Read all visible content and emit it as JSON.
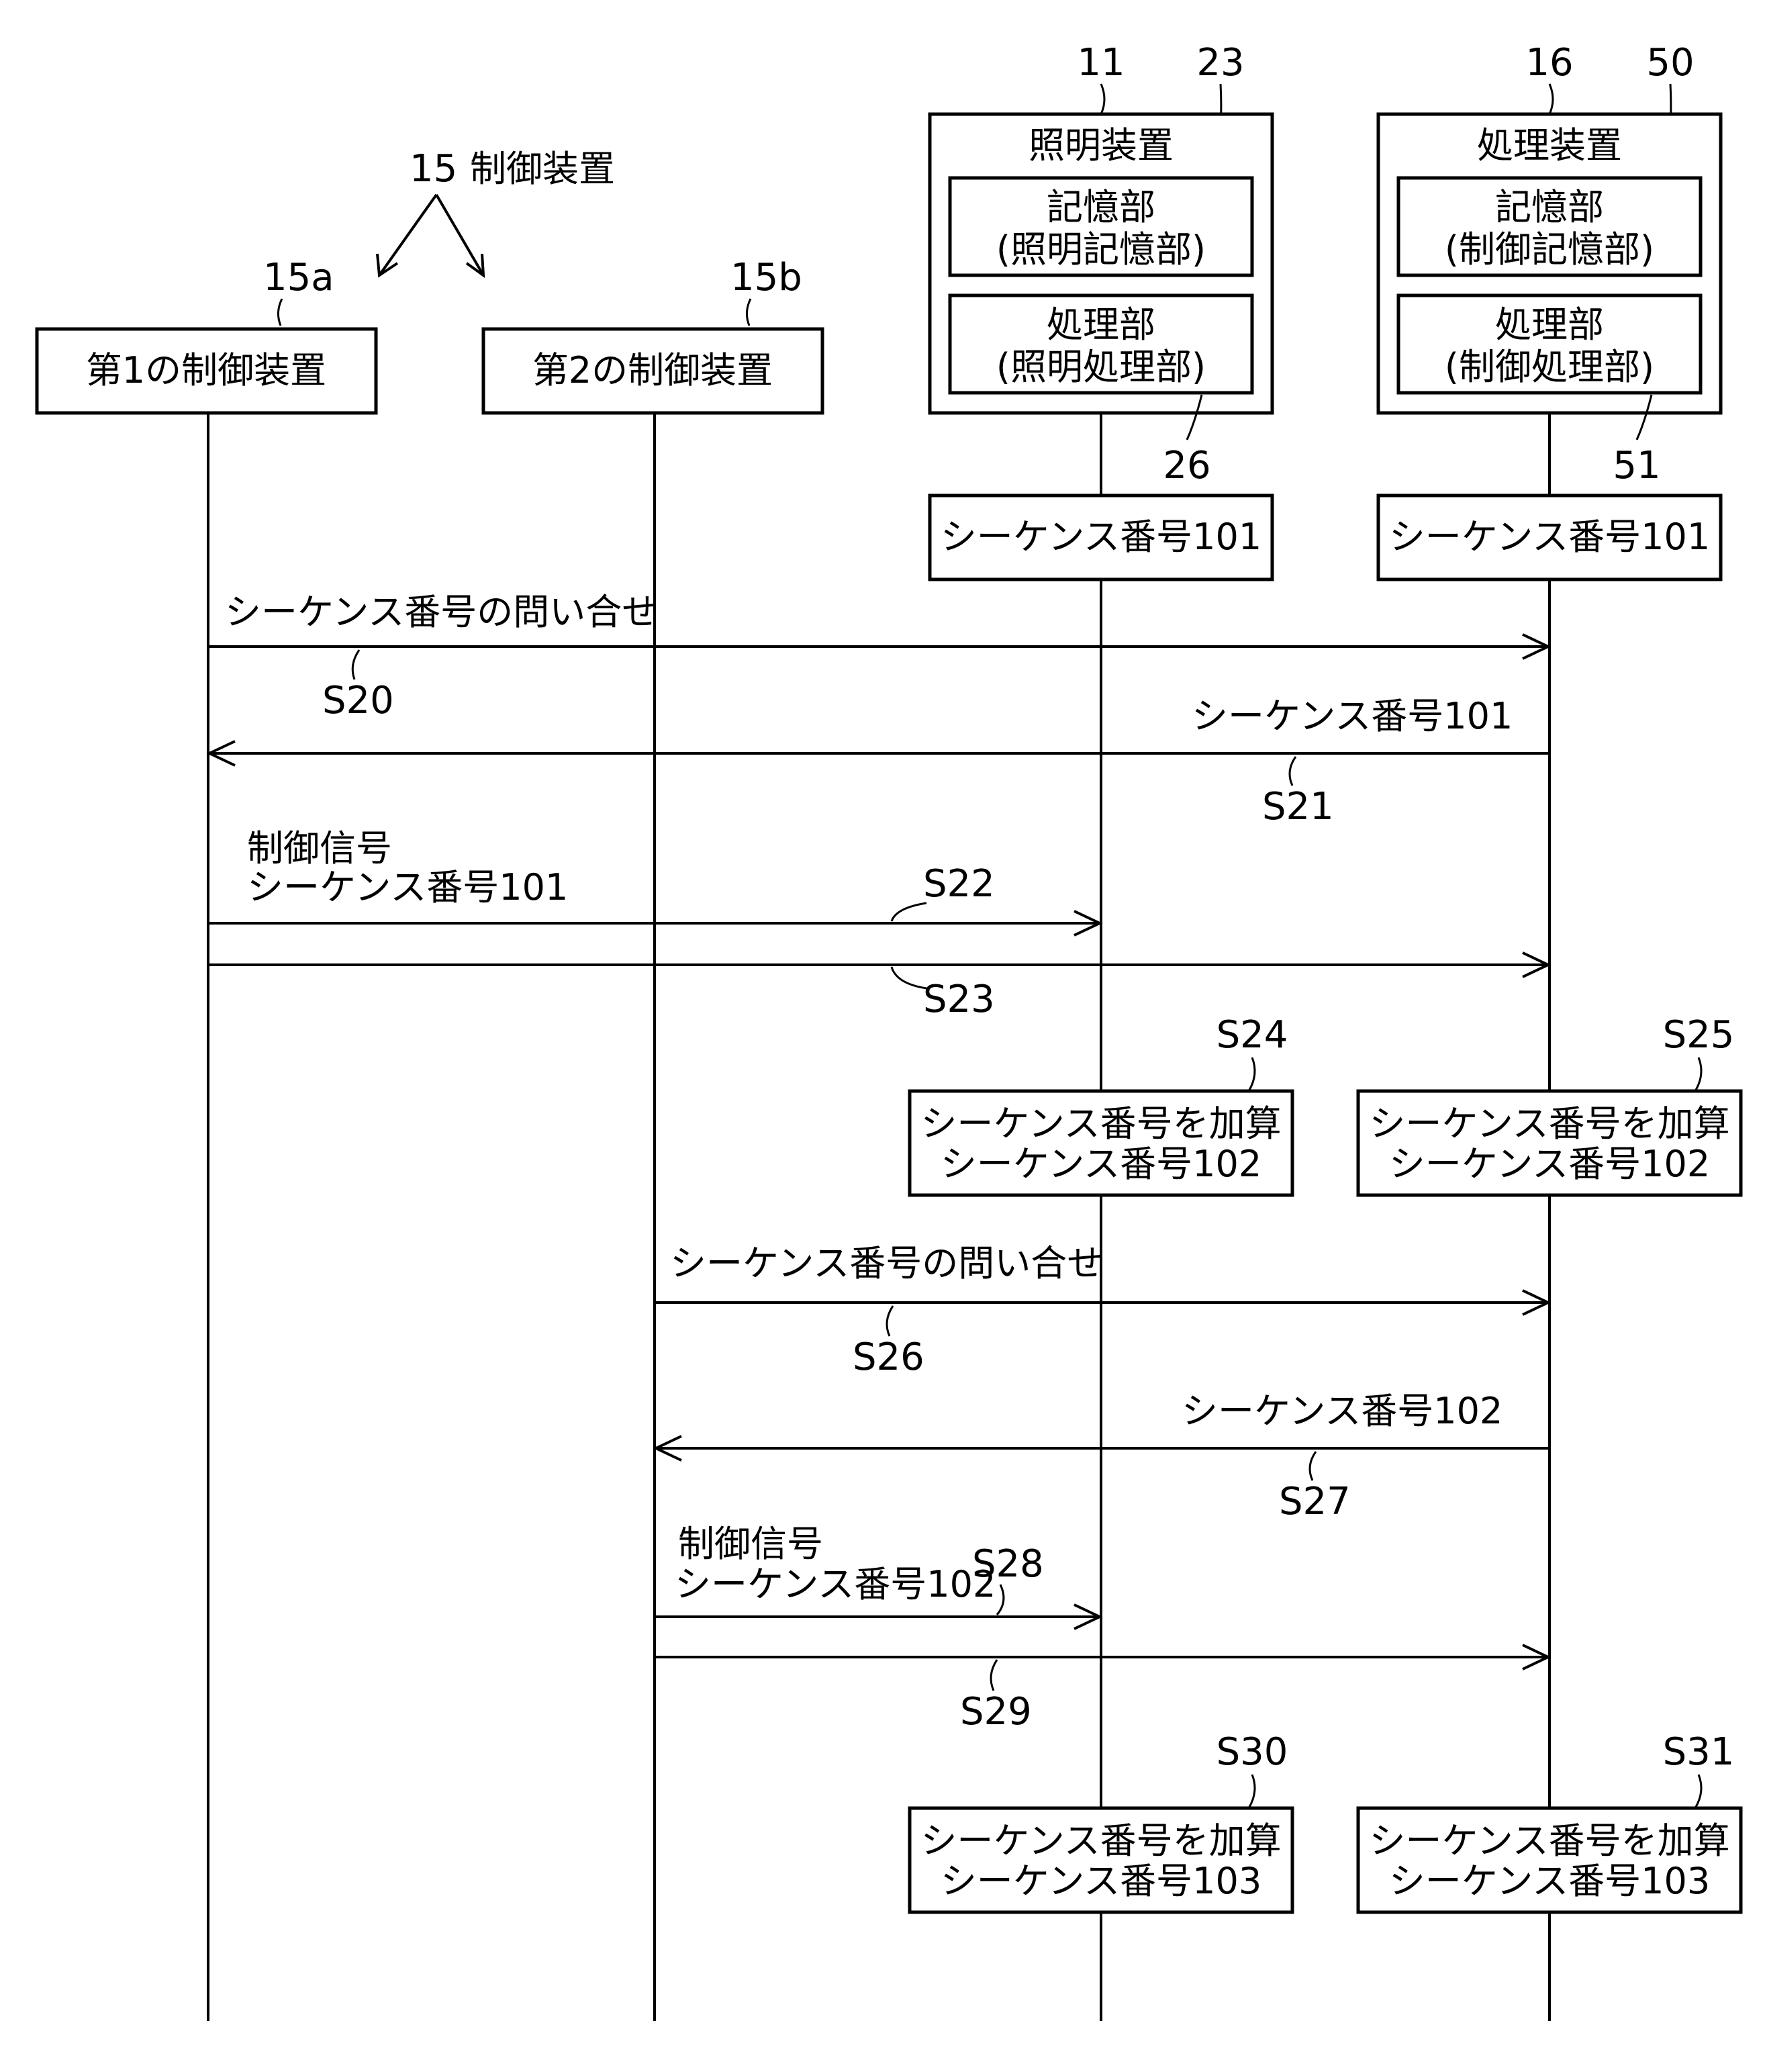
{
  "controller_group": {
    "number": "15",
    "name": "制御装置"
  },
  "participants": {
    "first_controller": {
      "ref": "15a",
      "label": "第1の制御装置"
    },
    "second_controller": {
      "ref": "15b",
      "label": "第2の制御装置"
    },
    "lighting_device": {
      "ref": "11",
      "label": "照明装置",
      "storage_ref": "23",
      "storage_line1": "記憶部",
      "storage_line2": "(照明記憶部)",
      "processor_ref": "26",
      "processor_line1": "処理部",
      "processor_line2": "(照明処理部)"
    },
    "processing_device": {
      "ref": "16",
      "label": "処理装置",
      "storage_ref": "50",
      "storage_line1": "記憶部",
      "storage_line2": "(制御記憶部)",
      "processor_ref": "51",
      "processor_line1": "処理部",
      "processor_line2": "(制御処理部)"
    }
  },
  "initial_state": {
    "lighting": "シーケンス番号101",
    "processing": "シーケンス番号101"
  },
  "messages": {
    "s20": {
      "step": "S20",
      "label": "シーケンス番号の問い合せ"
    },
    "s21": {
      "step": "S21",
      "label": "シーケンス番号101"
    },
    "s22_s23": {
      "line1": "制御信号",
      "line2": "シーケンス番号101",
      "step_a": "S22",
      "step_b": "S23"
    },
    "s26": {
      "step": "S26",
      "label": "シーケンス番号の問い合せ"
    },
    "s27": {
      "step": "S27",
      "label": "シーケンス番号102"
    },
    "s28_s29": {
      "line1": "制御信号",
      "line2": "シーケンス番号102",
      "step_a": "S28",
      "step_b": "S29"
    }
  },
  "state_updates": {
    "s24": {
      "step": "S24",
      "line1": "シーケンス番号を加算",
      "line2": "シーケンス番号102"
    },
    "s25": {
      "step": "S25",
      "line1": "シーケンス番号を加算",
      "line2": "シーケンス番号102"
    },
    "s30": {
      "step": "S30",
      "line1": "シーケンス番号を加算",
      "line2": "シーケンス番号103"
    },
    "s31": {
      "step": "S31",
      "line1": "シーケンス番号を加算",
      "line2": "シーケンス番号103"
    }
  }
}
